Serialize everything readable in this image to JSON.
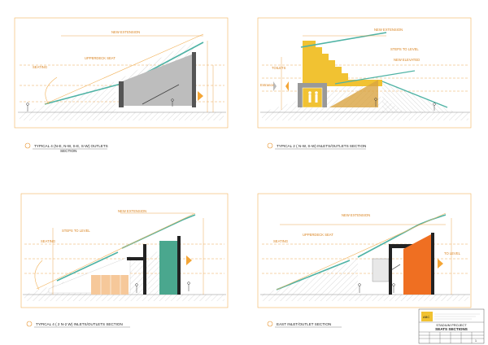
{
  "sheet": {
    "colors": {
      "outline": "#f2b35b",
      "annotation": "#e8922b",
      "ground": "#8a8a8a",
      "gray_wall": "#bdbdbd",
      "seats": "#4fb3a5",
      "yellow": "#f1c232",
      "teal": "#4aa78e",
      "orange": "#ef6f22",
      "beige": "#f6c89a"
    },
    "sections": [
      {
        "caption_line1": "TYPICAL 4 (N-E, N-W, S-E, S-W) OUTLETS",
        "caption_line2": "SECTION",
        "labels": {
          "ext": "NEW EXTENSION",
          "upper": "UPPERDECK SEAT",
          "mid": "SEATING"
        }
      },
      {
        "caption_line1": "TYPICAL 2 ( N-W, S-W) INLETS/OUTLETS SECTION",
        "caption_line2": "",
        "labels": {
          "ext": "NEW EXTENSION",
          "steps": "STEPS TO LEVEL",
          "ramp": "NEW ELEVATED",
          "toilets": "TOILETS",
          "entrance": "Entrance"
        }
      },
      {
        "caption_line1": "TYPICAL 4 ( 2 N-2 W) INLETS/OUTLETS SECTION",
        "caption_line2": "",
        "labels": {
          "ext": "NEW EXTENSION",
          "steps": "STEPS TO LEVEL",
          "mid": "SEATING"
        }
      },
      {
        "caption_line1": "EAST INLET/OUTLET SECTION",
        "caption_line2": "",
        "labels": {
          "ext": "NEW EXTENSION",
          "upper": "UPPERDECK SEAT",
          "mid": "SEATING",
          "right": "TO LEVEL"
        }
      }
    ],
    "title_block": {
      "logo": "ABC",
      "project": "STADIUM PROJECT",
      "title": "SEATS SECTIONS",
      "sheet_no": "1"
    }
  }
}
